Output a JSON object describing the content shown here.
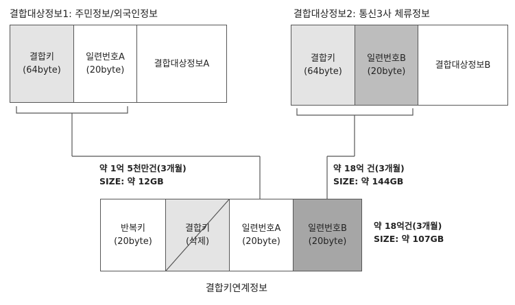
{
  "source1": {
    "title": "결합대상정보1: 주민정보/외국인정보",
    "cells": [
      {
        "line1": "결합키",
        "line2": "(64byte)"
      },
      {
        "line1": "일련번호A",
        "line2": "(20byte)"
      },
      {
        "line1": "결합대상정보A",
        "line2": ""
      }
    ]
  },
  "source2": {
    "title": "결합대상정보2: 통신3사 체류정보",
    "cells": [
      {
        "line1": "결합키",
        "line2": "(64byte)"
      },
      {
        "line1": "일련번호B",
        "line2": "(20byte)"
      },
      {
        "line1": "결합대상정보B",
        "line2": ""
      }
    ]
  },
  "linked": {
    "title": "결합키연계정보",
    "cells": [
      {
        "line1": "반복키",
        "line2": "(20byte)"
      },
      {
        "line1": "결합키",
        "line2": "(삭제)"
      },
      {
        "line1": "일련번호A",
        "line2": "(20byte)"
      },
      {
        "line1": "일련번호B",
        "line2": "(20byte)"
      }
    ]
  },
  "notes": {
    "source1": {
      "line1": "약 1억 5천만건(3개월)",
      "line2": "SIZE: 약 12GB"
    },
    "source2": {
      "line1": "약 18억 건(3개월)",
      "line2": "SIZE: 약 144GB"
    },
    "linked": {
      "line1": "약 18억건(3개월)",
      "line2": "SIZE: 약 107GB"
    }
  },
  "colors": {
    "light_gray": "#e4e4e4",
    "mid_gray": "#bdbdbd",
    "dark_gray": "#a6a6a6",
    "white": "#ffffff",
    "line": "#555555"
  }
}
